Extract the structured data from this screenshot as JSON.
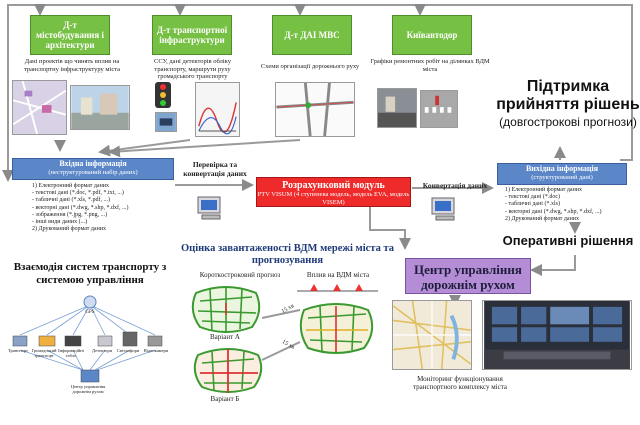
{
  "departments": [
    {
      "title": "Д-т містобудування і архітектури",
      "note": "Дані проектів що чинять вплив на транспортну інфраструктуру міста"
    },
    {
      "title": "Д-т транспортної інфраструктури",
      "note": "ССУ, дані детекторів обліку транспорту, маршрути руху громадського транспорту"
    },
    {
      "title": "Д-т ДАІ МВС",
      "note": "Схеми організації дорожнього руху"
    },
    {
      "title": "Київавтодор",
      "note": "Графіки ремонтних робіт на ділянках ВДМ міста"
    }
  ],
  "support": {
    "line1": "Підтримка",
    "line2": "прийняття рішень",
    "sub": "(довгострокові прогнози)"
  },
  "input": {
    "title": "Вхідна інформація",
    "subtitle": "(неструктурований набір даних)",
    "lines": [
      "1) Електронний формат даних",
      "- текстові дані (*.doc, *.pdf, *.txt, ...)",
      "- табличні дані (*.xls, *.pdf, ...)",
      "- векторні дані (*.dwg, *.shp, *.dxf, ...)",
      "- зображення (*.jpg, *.png, ...)",
      "- інші види даних (...)",
      "2) Друкований формат даних"
    ]
  },
  "check_label": "Перевірка та конвертація даних",
  "calc": {
    "title": "Розрахунковий модуль",
    "sub": "PTV VISUM (4 ступенева модель, модель EVA, модель VISEM)"
  },
  "convert_label": "Конвертація даних",
  "output": {
    "title": "Вихідна інформація",
    "subtitle": "(структурований дані)",
    "lines": [
      "1) Електронний формат даних",
      "- текстові дані (*.doc)",
      "- табличні дані (*.xls)",
      "- векторні дані (*.dwg, *.shp, *.dxf, ...)",
      "2) Друкований формат даних"
    ]
  },
  "operative": "Оперативні рішення",
  "interaction": {
    "title": "Взаємодія систем транспорту з системою управління"
  },
  "network_devices": {
    "gps": "GPS",
    "labels": [
      "Транспорт",
      "Громадський транспорт",
      "Інформаційні табло",
      "Детектори",
      "Світлофори",
      "Відеокамери",
      "Центр управління дорожнім рухом"
    ]
  },
  "estimate": {
    "title": "Оцінка завантаженості ВДМ мережі міста та прогнозування"
  },
  "short_forecast": "Короткостроковий прогноз",
  "impact": "Вплив на ВДМ міста",
  "variant_a": "Варіант А",
  "variant_b": "Варіант Б",
  "minutes_a": "15 хв",
  "minutes_b": "15 хв",
  "center": {
    "line1": "Центр управління",
    "line2": "дорожнім рухом"
  },
  "monitoring": "Моніторинг функціонування транспортного комплексу міста",
  "colors": {
    "green": "#76c043",
    "blue": "#5b86c8",
    "red": "#ee2a2a",
    "purple": "#b48dd6",
    "arrow": "#8a8a8a"
  }
}
